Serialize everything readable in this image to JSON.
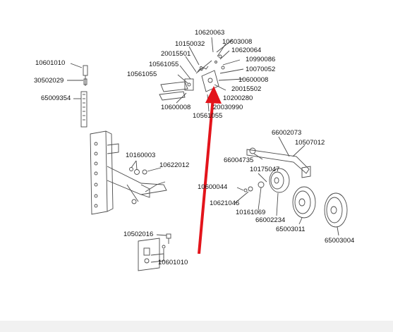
{
  "diagram": {
    "highlight_color": "#e3141b",
    "line_color": "#4a4a4a",
    "part_numbers": [
      {
        "id": "p-10620063",
        "text": "10620063"
      },
      {
        "id": "p-10603008",
        "text": "10603008"
      },
      {
        "id": "p-10150032",
        "text": "10150032"
      },
      {
        "id": "p-10620064",
        "text": "10620064"
      },
      {
        "id": "p-20015501",
        "text": "20015501"
      },
      {
        "id": "p-10990086",
        "text": "10990086"
      },
      {
        "id": "p-10561055-a",
        "text": "10561055"
      },
      {
        "id": "p-10070052",
        "text": "10070052"
      },
      {
        "id": "p-10561055-b",
        "text": "10561055"
      },
      {
        "id": "p-10600008-a",
        "text": "10600008"
      },
      {
        "id": "p-20015502",
        "text": "20015502"
      },
      {
        "id": "p-10200280",
        "text": "10200280"
      },
      {
        "id": "p-10600008-b",
        "text": "10600008"
      },
      {
        "id": "p-20030990",
        "text": "20030990"
      },
      {
        "id": "p-10561055-c",
        "text": "10561055"
      },
      {
        "id": "p-10601010-a",
        "text": "10601010"
      },
      {
        "id": "p-30502029",
        "text": "30502029"
      },
      {
        "id": "p-65009354",
        "text": "65009354"
      },
      {
        "id": "p-66002073",
        "text": "66002073"
      },
      {
        "id": "p-10507012",
        "text": "10507012"
      },
      {
        "id": "p-66004735",
        "text": "66004735"
      },
      {
        "id": "p-10175047",
        "text": "10175047"
      },
      {
        "id": "p-10160003",
        "text": "10160003"
      },
      {
        "id": "p-10622012",
        "text": "10622012"
      },
      {
        "id": "p-10600044",
        "text": "10600044"
      },
      {
        "id": "p-10621046",
        "text": "10621046"
      },
      {
        "id": "p-10161069",
        "text": "10161069"
      },
      {
        "id": "p-66002234",
        "text": "66002234"
      },
      {
        "id": "p-65003011",
        "text": "65003011"
      },
      {
        "id": "p-65003004",
        "text": "65003004"
      },
      {
        "id": "p-10502016",
        "text": "10502016"
      },
      {
        "id": "p-10601010-b",
        "text": "10601010"
      }
    ]
  }
}
